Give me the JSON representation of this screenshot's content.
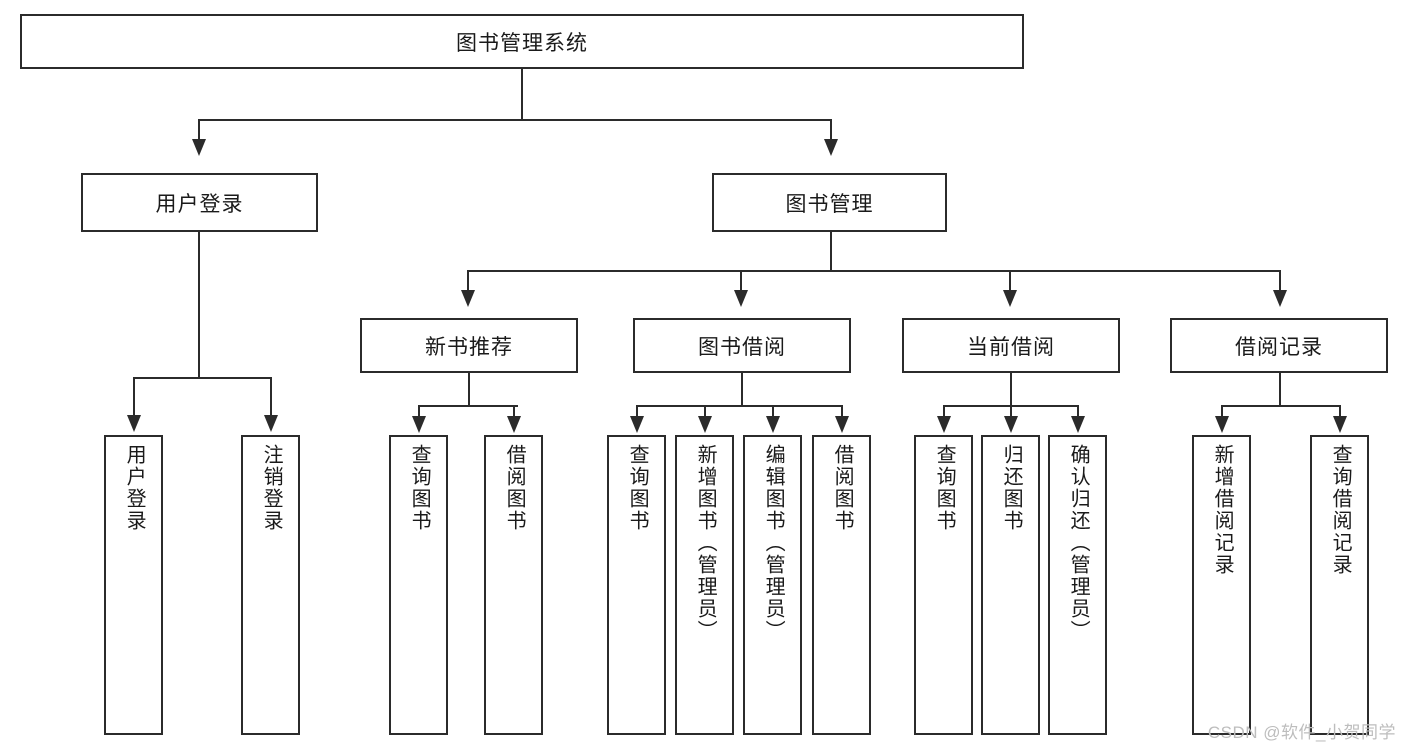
{
  "diagram": {
    "title": "图书管理系统",
    "type": "functional-structure-tree",
    "root": {
      "label": "图书管理系统"
    },
    "level1": [
      {
        "label": "用户登录"
      },
      {
        "label": "图书管理"
      }
    ],
    "level2": [
      {
        "label": "新书推荐"
      },
      {
        "label": "图书借阅"
      },
      {
        "label": "当前借阅"
      },
      {
        "label": "借阅记录"
      }
    ],
    "leaves": {
      "user_login": [
        {
          "label": "用户登录"
        },
        {
          "label": "注销登录"
        }
      ],
      "new_book_recommend": [
        {
          "label": "查询图书"
        },
        {
          "label": "借阅图书"
        }
      ],
      "book_borrow": [
        {
          "label": "查询图书"
        },
        {
          "label": "新增图书（管理员）"
        },
        {
          "label": "编辑图书（管理员）"
        },
        {
          "label": "借阅图书"
        }
      ],
      "current_borrow": [
        {
          "label": "查询图书"
        },
        {
          "label": "归还图书"
        },
        {
          "label": "确认归还（管理员）"
        }
      ],
      "borrow_record": [
        {
          "label": "新增借阅记录"
        },
        {
          "label": "查询借阅记录"
        }
      ]
    }
  },
  "watermark": {
    "text": "CSDN @软件_小贺同学"
  },
  "colors": {
    "stroke": "#2b2b2b",
    "fill": "#ffffff",
    "text": "#1a1a1a",
    "watermark": "#bdbdbd"
  }
}
